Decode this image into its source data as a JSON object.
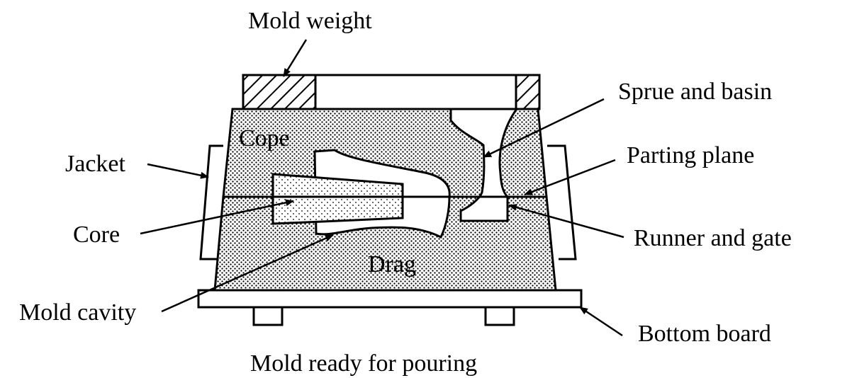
{
  "labels": {
    "mold_weight": "Mold weight",
    "sprue_and_basin": "Sprue and basin",
    "cope": "Cope",
    "jacket": "Jacket",
    "parting_plane": "Parting plane",
    "core": "Core",
    "runner_and_gate": "Runner and gate",
    "drag": "Drag",
    "mold_cavity": "Mold cavity",
    "bottom_board": "Bottom board"
  },
  "caption": "Mold ready for pouring",
  "colors": {
    "ink": "#000000",
    "background": "#ffffff",
    "sand_dot": "#000000"
  }
}
